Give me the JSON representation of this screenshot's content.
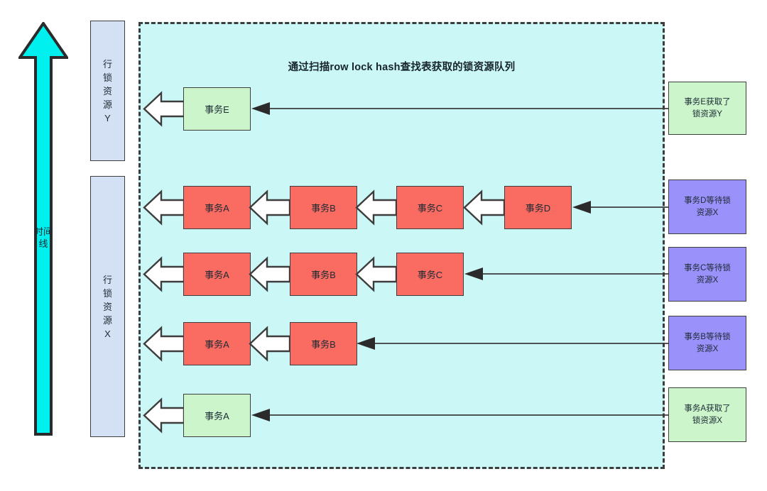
{
  "timeline": {
    "label": "时间线",
    "color": "#00f0f0"
  },
  "resources": [
    {
      "id": "res-y",
      "label": "行锁资源Y"
    },
    {
      "id": "res-x",
      "label": "行锁资源X"
    }
  ],
  "panel": {
    "title": "通过扫描row lock hash查找表获取的锁资源队列",
    "background": "#ccf7f7",
    "border": "#3d3d3d"
  },
  "colors": {
    "waiting_tx": "#fa6b62",
    "holding_tx": "#ccf5cc",
    "note_acquired": "#ccf5cc",
    "note_waiting": "#9b91fb",
    "resource_bar": "#d4e1f5",
    "stroke": "#3d3d3d"
  },
  "rows": [
    {
      "resource": "Y",
      "boxes": [
        {
          "label": "事务E",
          "state": "holding"
        }
      ]
    },
    {
      "resource": "X",
      "boxes": [
        {
          "label": "事务A",
          "state": "waiting"
        },
        {
          "label": "事务B",
          "state": "waiting"
        },
        {
          "label": "事务C",
          "state": "waiting"
        },
        {
          "label": "事务D",
          "state": "waiting"
        }
      ]
    },
    {
      "resource": "X",
      "boxes": [
        {
          "label": "事务A",
          "state": "waiting"
        },
        {
          "label": "事务B",
          "state": "waiting"
        },
        {
          "label": "事务C",
          "state": "waiting"
        }
      ]
    },
    {
      "resource": "X",
      "boxes": [
        {
          "label": "事务A",
          "state": "waiting"
        },
        {
          "label": "事务B",
          "state": "waiting"
        }
      ]
    },
    {
      "resource": "X",
      "boxes": [
        {
          "label": "事务A",
          "state": "holding"
        }
      ]
    }
  ],
  "notes": [
    {
      "line1": "事务E获取了",
      "line2": "锁资源Y",
      "kind": "acquired"
    },
    {
      "line1": "事务D等待锁",
      "line2": "资源X",
      "kind": "waiting"
    },
    {
      "line1": "事务C等待锁",
      "line2": "资源X",
      "kind": "waiting"
    },
    {
      "line1": "事务B等待锁",
      "line2": "资源X",
      "kind": "waiting"
    },
    {
      "line1": "事务A获取了",
      "line2": "锁资源X",
      "kind": "acquired"
    }
  ]
}
